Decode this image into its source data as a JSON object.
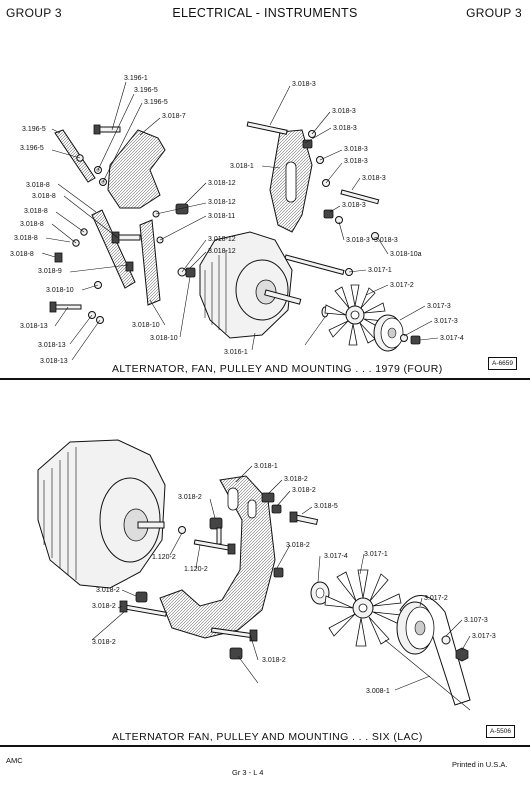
{
  "header": {
    "left": "GROUP 3",
    "center": "ELECTRICAL - INSTRUMENTS",
    "right": "GROUP 3"
  },
  "figure1": {
    "caption": "ALTERNATOR, FAN, PULLEY AND MOUNTING . . . 1979 (FOUR)",
    "figure_id": "A-6659",
    "callouts": [
      "3.196-1",
      "3.196-5",
      "3.196-5",
      "3.018-7",
      "3.196-5",
      "3.196-5",
      "3.018-8",
      "3.018-8",
      "3.018-8",
      "3.018-8",
      "3.018-8",
      "3.018-8",
      "3.018-9",
      "3.018-10",
      "3.018-13",
      "3.018-13",
      "3.018-13",
      "3.018-12",
      "3.018-12",
      "3.018-11",
      "3.018-12",
      "3.018-12",
      "3.018-10",
      "3.018-10",
      "3.016-1",
      "3.018-3",
      "3.018-3",
      "3.018-3",
      "3.018-1",
      "3.018-3",
      "3.018-3",
      "3.018-3",
      "3.018-3",
      "3.018-3",
      "3.018-3",
      "3.018-10a",
      "3.017-1",
      "3.017-2",
      "3.017-3",
      "3.017-3",
      "3.017-4"
    ]
  },
  "figure2": {
    "caption": "ALTERNATOR FAN, PULLEY AND MOUNTING . . . SIX (LAC)",
    "figure_id": "A-5506",
    "callouts": [
      "3.018-1",
      "3.018-2",
      "3.018-2",
      "3.018-2",
      "3.018-5",
      "1.120-2",
      "1.120-2",
      "3.018-2",
      "3.017-4",
      "3.017-1",
      "3.018-2",
      "3.018-2",
      "3.018-2",
      "3.018-2",
      "3.017-2",
      "3.107-3",
      "3.017-3",
      "3.008-1"
    ]
  },
  "footer": {
    "left": "AMC",
    "center": "Gr 3 - L 4",
    "right": "Printed in U.S.A."
  }
}
